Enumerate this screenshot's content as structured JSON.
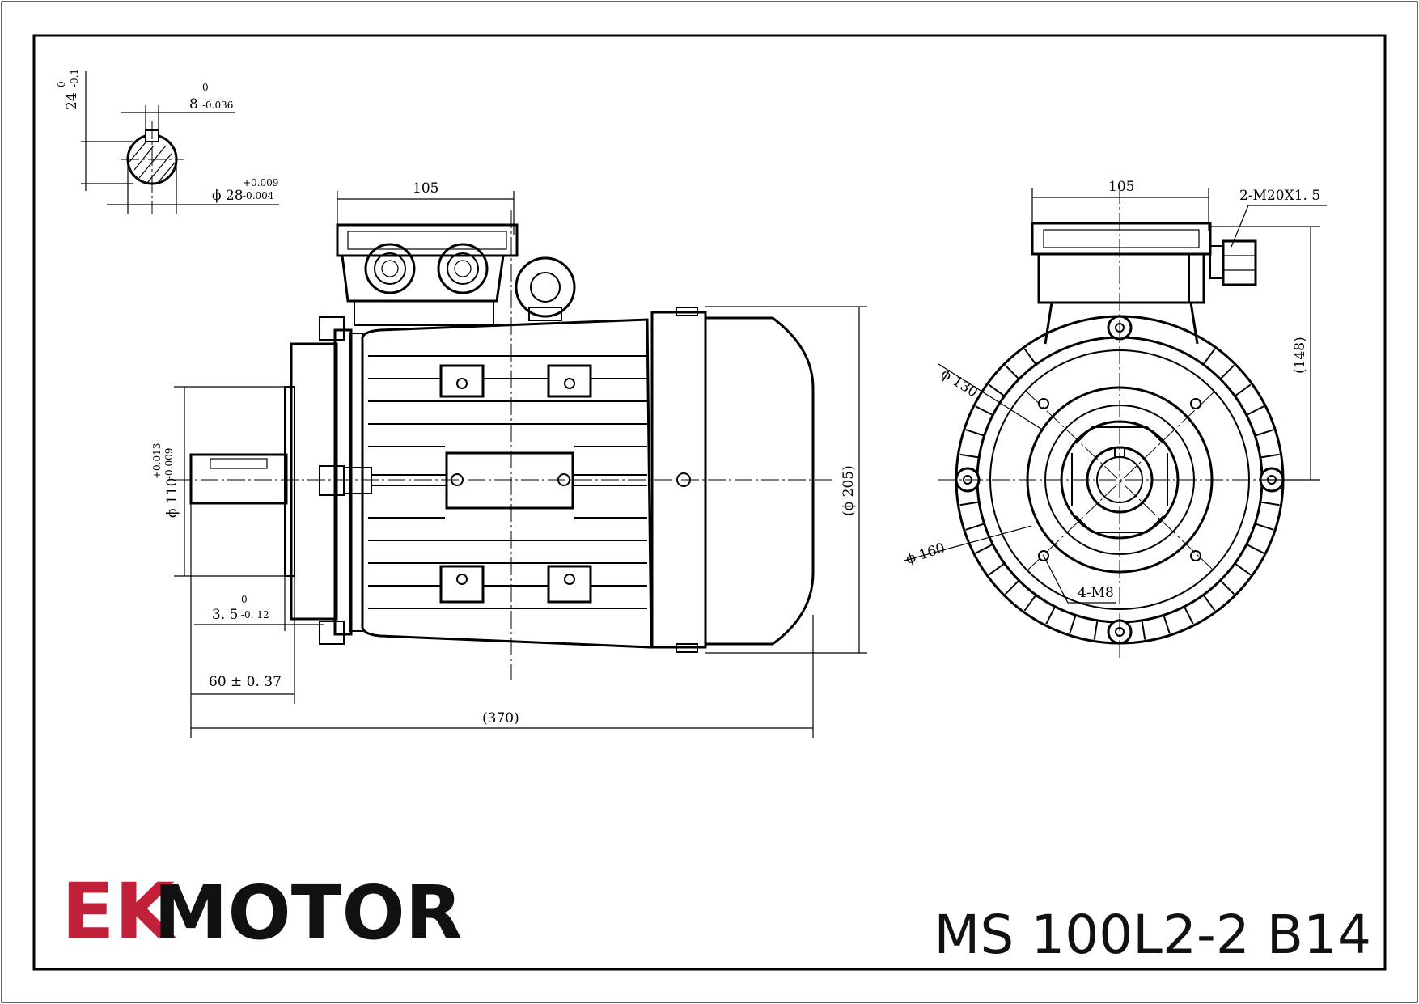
{
  "title_block": {
    "brand_mark": "EK",
    "brand_word": "MOTOR",
    "model": "MS 100L2-2 B14",
    "mark_color": "#c0203a"
  },
  "shaft_detail": {
    "key_height": "24",
    "key_height_tol_upper": "0",
    "key_height_tol_lower": "-0.1",
    "key_width": "8",
    "key_width_tol_upper": "0",
    "key_width_tol_lower": "-0.036",
    "shaft_dia": "ϕ 28",
    "shaft_dia_tol_upper": "+0.009",
    "shaft_dia_tol_lower": "-0.004"
  },
  "side_view": {
    "terminal_box_width": "105",
    "flange_spigot_dia": "ϕ 110",
    "flange_spigot_tol_upper": "+0.013",
    "flange_spigot_tol_lower": "-0.009",
    "spigot_depth": "3. 5",
    "spigot_depth_tol_upper": "0",
    "spigot_depth_tol_lower": "-0. 12",
    "shaft_length": "60 ± 0. 37",
    "overall_length": "(370)",
    "overall_dia": "(ϕ 205)"
  },
  "end_view": {
    "terminal_box_width": "105",
    "cable_gland": "2-M20X1. 5",
    "shaft_to_box_top": "(148)",
    "bolt_circle_dia": "ϕ 130",
    "flange_dia": "ϕ 160",
    "flange_holes": "4-M8"
  }
}
